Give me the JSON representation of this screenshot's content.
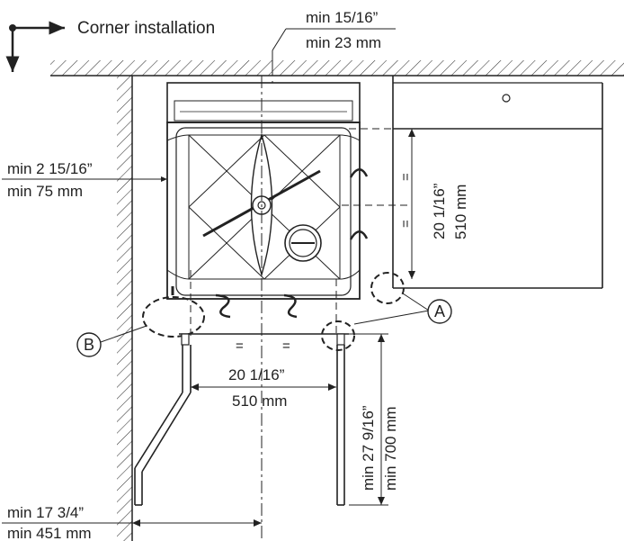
{
  "title": "Corner installation",
  "dims": {
    "top_gap_in": "min 15/16”",
    "top_gap_mm": "min 23 mm",
    "left_gap_in": "min 2 15/16”",
    "left_gap_mm": "min 75 mm",
    "width_in": "20 1/16”",
    "width_mm": "510 mm",
    "depth_in": "20 1/16”",
    "depth_mm": "510 mm",
    "door_in": "min 27 9/16”",
    "door_mm": "min 700 mm",
    "corner_in": "min 17 3/4”",
    "corner_mm": "min 451 mm"
  },
  "equal_mark": "=",
  "callouts": {
    "a": "A",
    "b": "B"
  },
  "icons": [
    "arrow-right-icon",
    "arrow-down-icon"
  ],
  "colors": {
    "line": "#222222",
    "hatch": "#333333",
    "background": "#ffffff"
  }
}
